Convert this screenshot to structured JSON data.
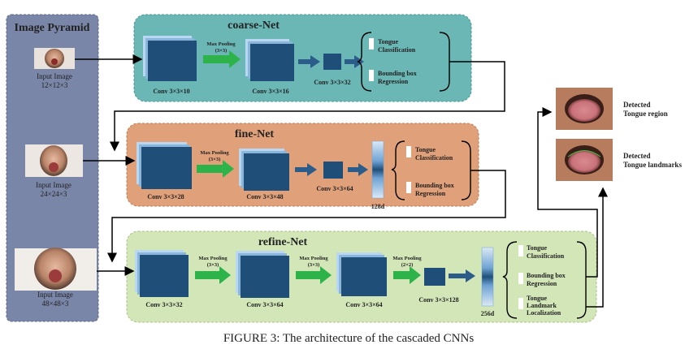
{
  "pyramid": {
    "title": "Image Pyramid",
    "inputs": [
      {
        "label": "Input Image",
        "size": "12×12×3"
      },
      {
        "label": "Input Image",
        "size": "24×24×3"
      },
      {
        "label": "Input Image",
        "size": "48×48×3"
      }
    ]
  },
  "coarse": {
    "title": "coarse-Net",
    "conv1": "Conv 3×3×10",
    "pool": "Max Pooling",
    "pool_size": "(3×3)",
    "conv2": "Conv 3×3×16",
    "conv3": "Conv 3×3×32",
    "out1": "Tongue",
    "out1b": "Classification",
    "out2": "Bounding box",
    "out2b": "Regression"
  },
  "fine": {
    "title": "fine-Net",
    "conv1": "Conv 3×3×28",
    "pool": "Max Pooling",
    "pool_size": "(3×3)",
    "conv2": "Conv 3×3×48",
    "conv3": "Conv 3×3×64",
    "fc": "128d",
    "out1": "Tongue",
    "out1b": "Classification",
    "out2": "Bounding box",
    "out2b": "Regression"
  },
  "refine": {
    "title": "refine-Net",
    "conv1": "Conv 3×3×32",
    "pool1": "Max Pooling",
    "pool1_size": "(3×3)",
    "conv2": "Conv 3×3×64",
    "pool2": "Max Pooling",
    "pool2_size": "(3×3)",
    "conv3": "Conv 3×3×64",
    "pool3": "Max Pooling",
    "pool3_size": "(2×2)",
    "conv4": "Conv 3×3×128",
    "fc": "256d",
    "out1": "Tongue",
    "out1b": "Classification",
    "out2": "Bounding box",
    "out2b": "Regression",
    "out3": "Tongue",
    "out3b": "Landmark",
    "out3c": "Localization"
  },
  "results": {
    "r1a": "Detected",
    "r1b": "Tongue region",
    "r2a": "Detected",
    "r2b": "Tongue landmarks"
  },
  "caption": "FIGURE 3: The architecture of the cascaded CNNs",
  "colors": {
    "pyramid_bg": "#7a86a8",
    "coarse_bg": "#6bb7b6",
    "fine_bg": "#e0a07a",
    "refine_bg": "#d3e6b8",
    "block": "#1f4e79",
    "arrow_green": "#2db34a",
    "arrow_blue": "#2b5c8a"
  }
}
